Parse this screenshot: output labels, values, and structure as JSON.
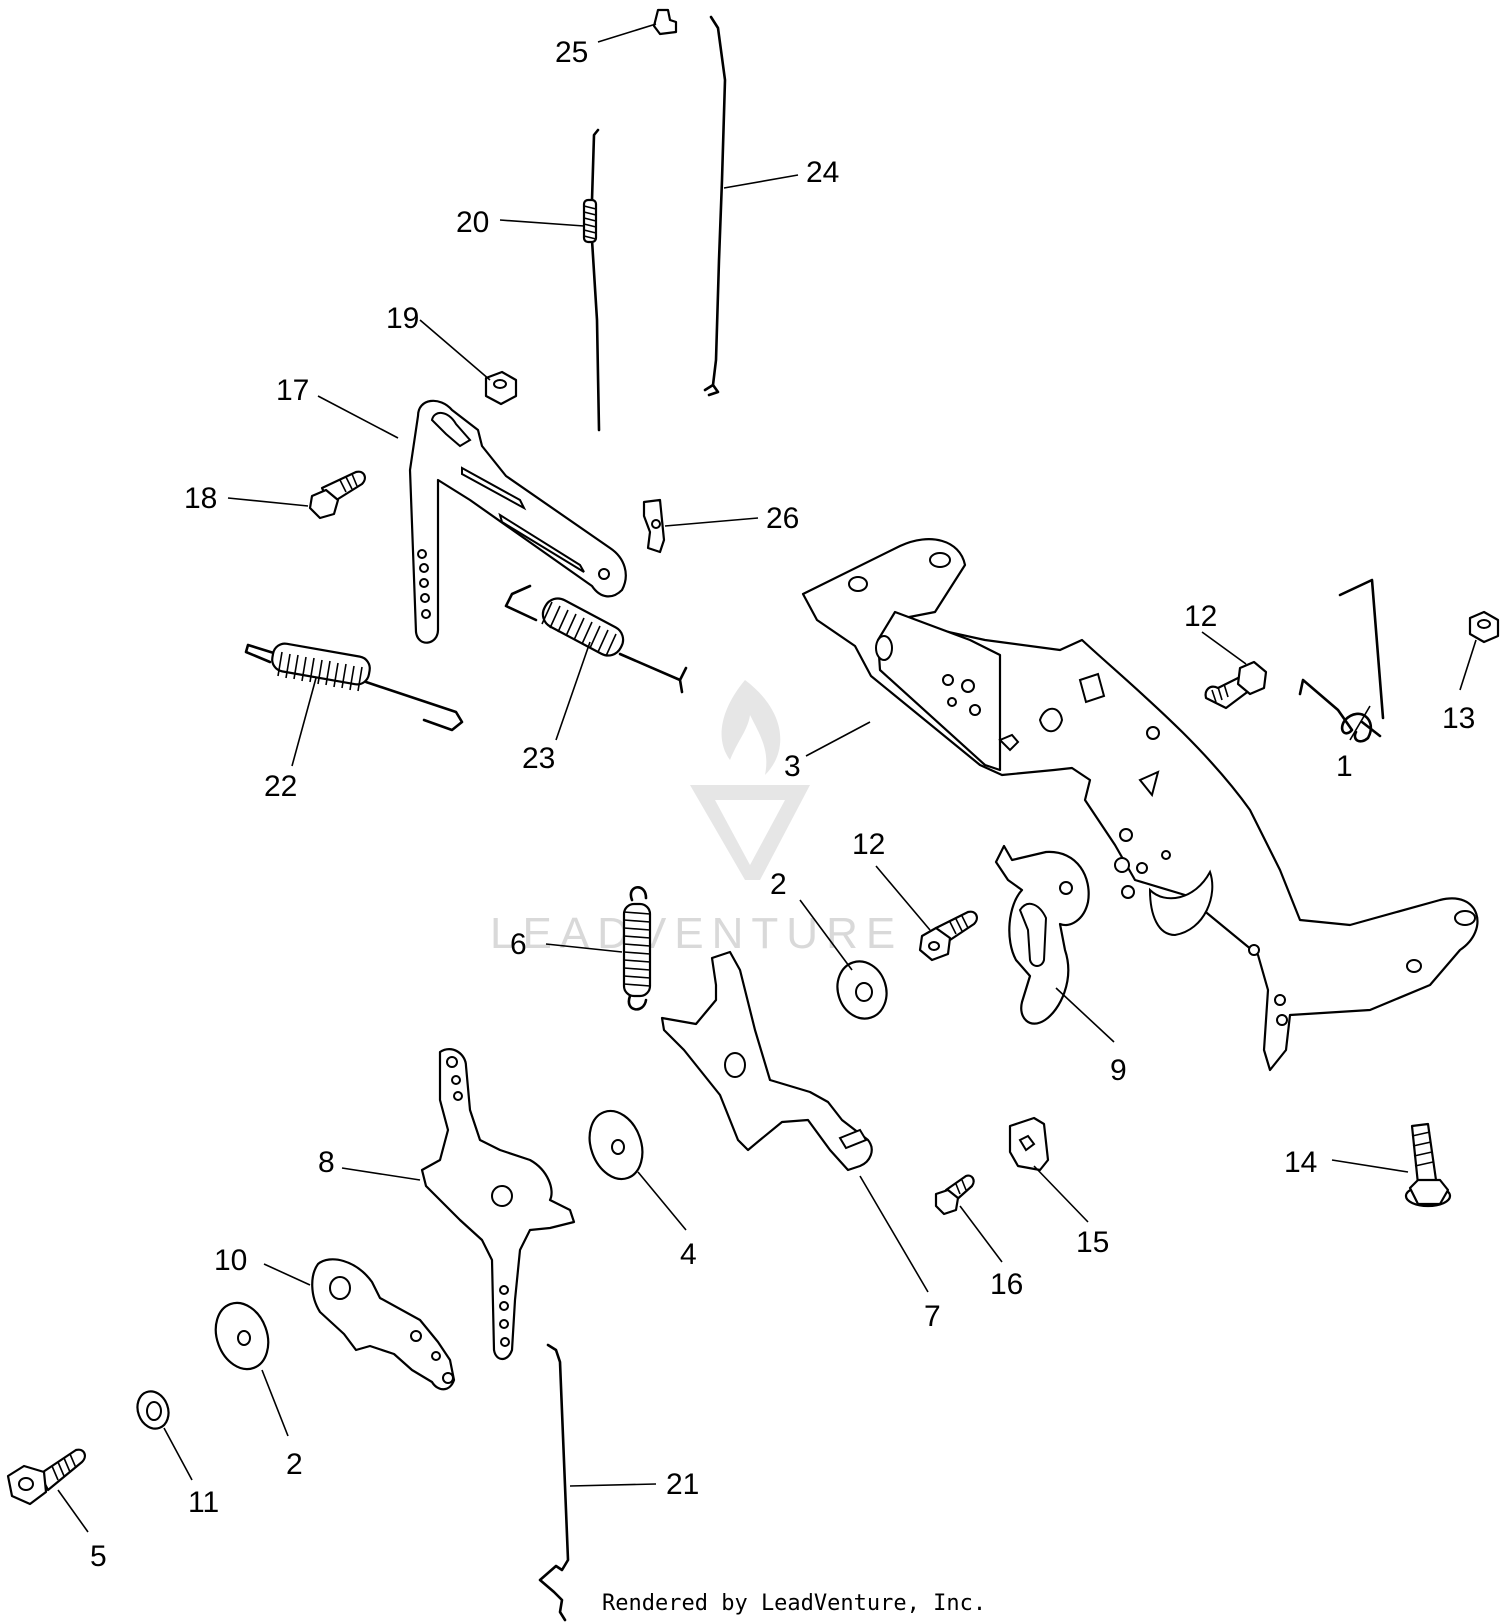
{
  "watermark": {
    "text": "LEADVENTURE"
  },
  "credit": "Rendered by LeadVenture, Inc.",
  "callouts": [
    {
      "id": "c25",
      "label": "25"
    },
    {
      "id": "c24",
      "label": "24"
    },
    {
      "id": "c20",
      "label": "20"
    },
    {
      "id": "c19",
      "label": "19"
    },
    {
      "id": "c17",
      "label": "17"
    },
    {
      "id": "c18",
      "label": "18"
    },
    {
      "id": "c26",
      "label": "26"
    },
    {
      "id": "c12a",
      "label": "12"
    },
    {
      "id": "c13",
      "label": "13"
    },
    {
      "id": "c1",
      "label": "1"
    },
    {
      "id": "c3",
      "label": "3"
    },
    {
      "id": "c22",
      "label": "22"
    },
    {
      "id": "c23",
      "label": "23"
    },
    {
      "id": "c12b",
      "label": "12"
    },
    {
      "id": "c2a",
      "label": "2"
    },
    {
      "id": "c6",
      "label": "6"
    },
    {
      "id": "c9",
      "label": "9"
    },
    {
      "id": "c8",
      "label": "8"
    },
    {
      "id": "c14",
      "label": "14"
    },
    {
      "id": "c4",
      "label": "4"
    },
    {
      "id": "c15",
      "label": "15"
    },
    {
      "id": "c10",
      "label": "10"
    },
    {
      "id": "c16",
      "label": "16"
    },
    {
      "id": "c7",
      "label": "7"
    },
    {
      "id": "c2b",
      "label": "2"
    },
    {
      "id": "c21",
      "label": "21"
    },
    {
      "id": "c11",
      "label": "11"
    },
    {
      "id": "c5",
      "label": "5"
    }
  ]
}
